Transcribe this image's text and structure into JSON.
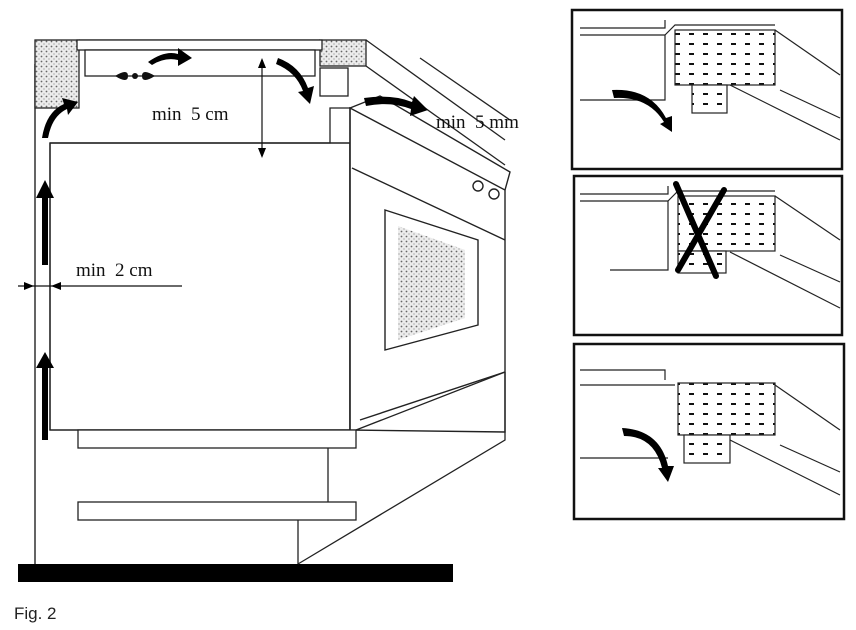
{
  "figure": {
    "caption": "Fig. 2",
    "labels": {
      "top_gap": "min  5 cm",
      "rear_gap": "min  5 mm",
      "side_gap": "min  2 cm"
    }
  },
  "details": [
    {
      "state": "correct"
    },
    {
      "state": "wrong"
    },
    {
      "state": "correct"
    }
  ]
}
